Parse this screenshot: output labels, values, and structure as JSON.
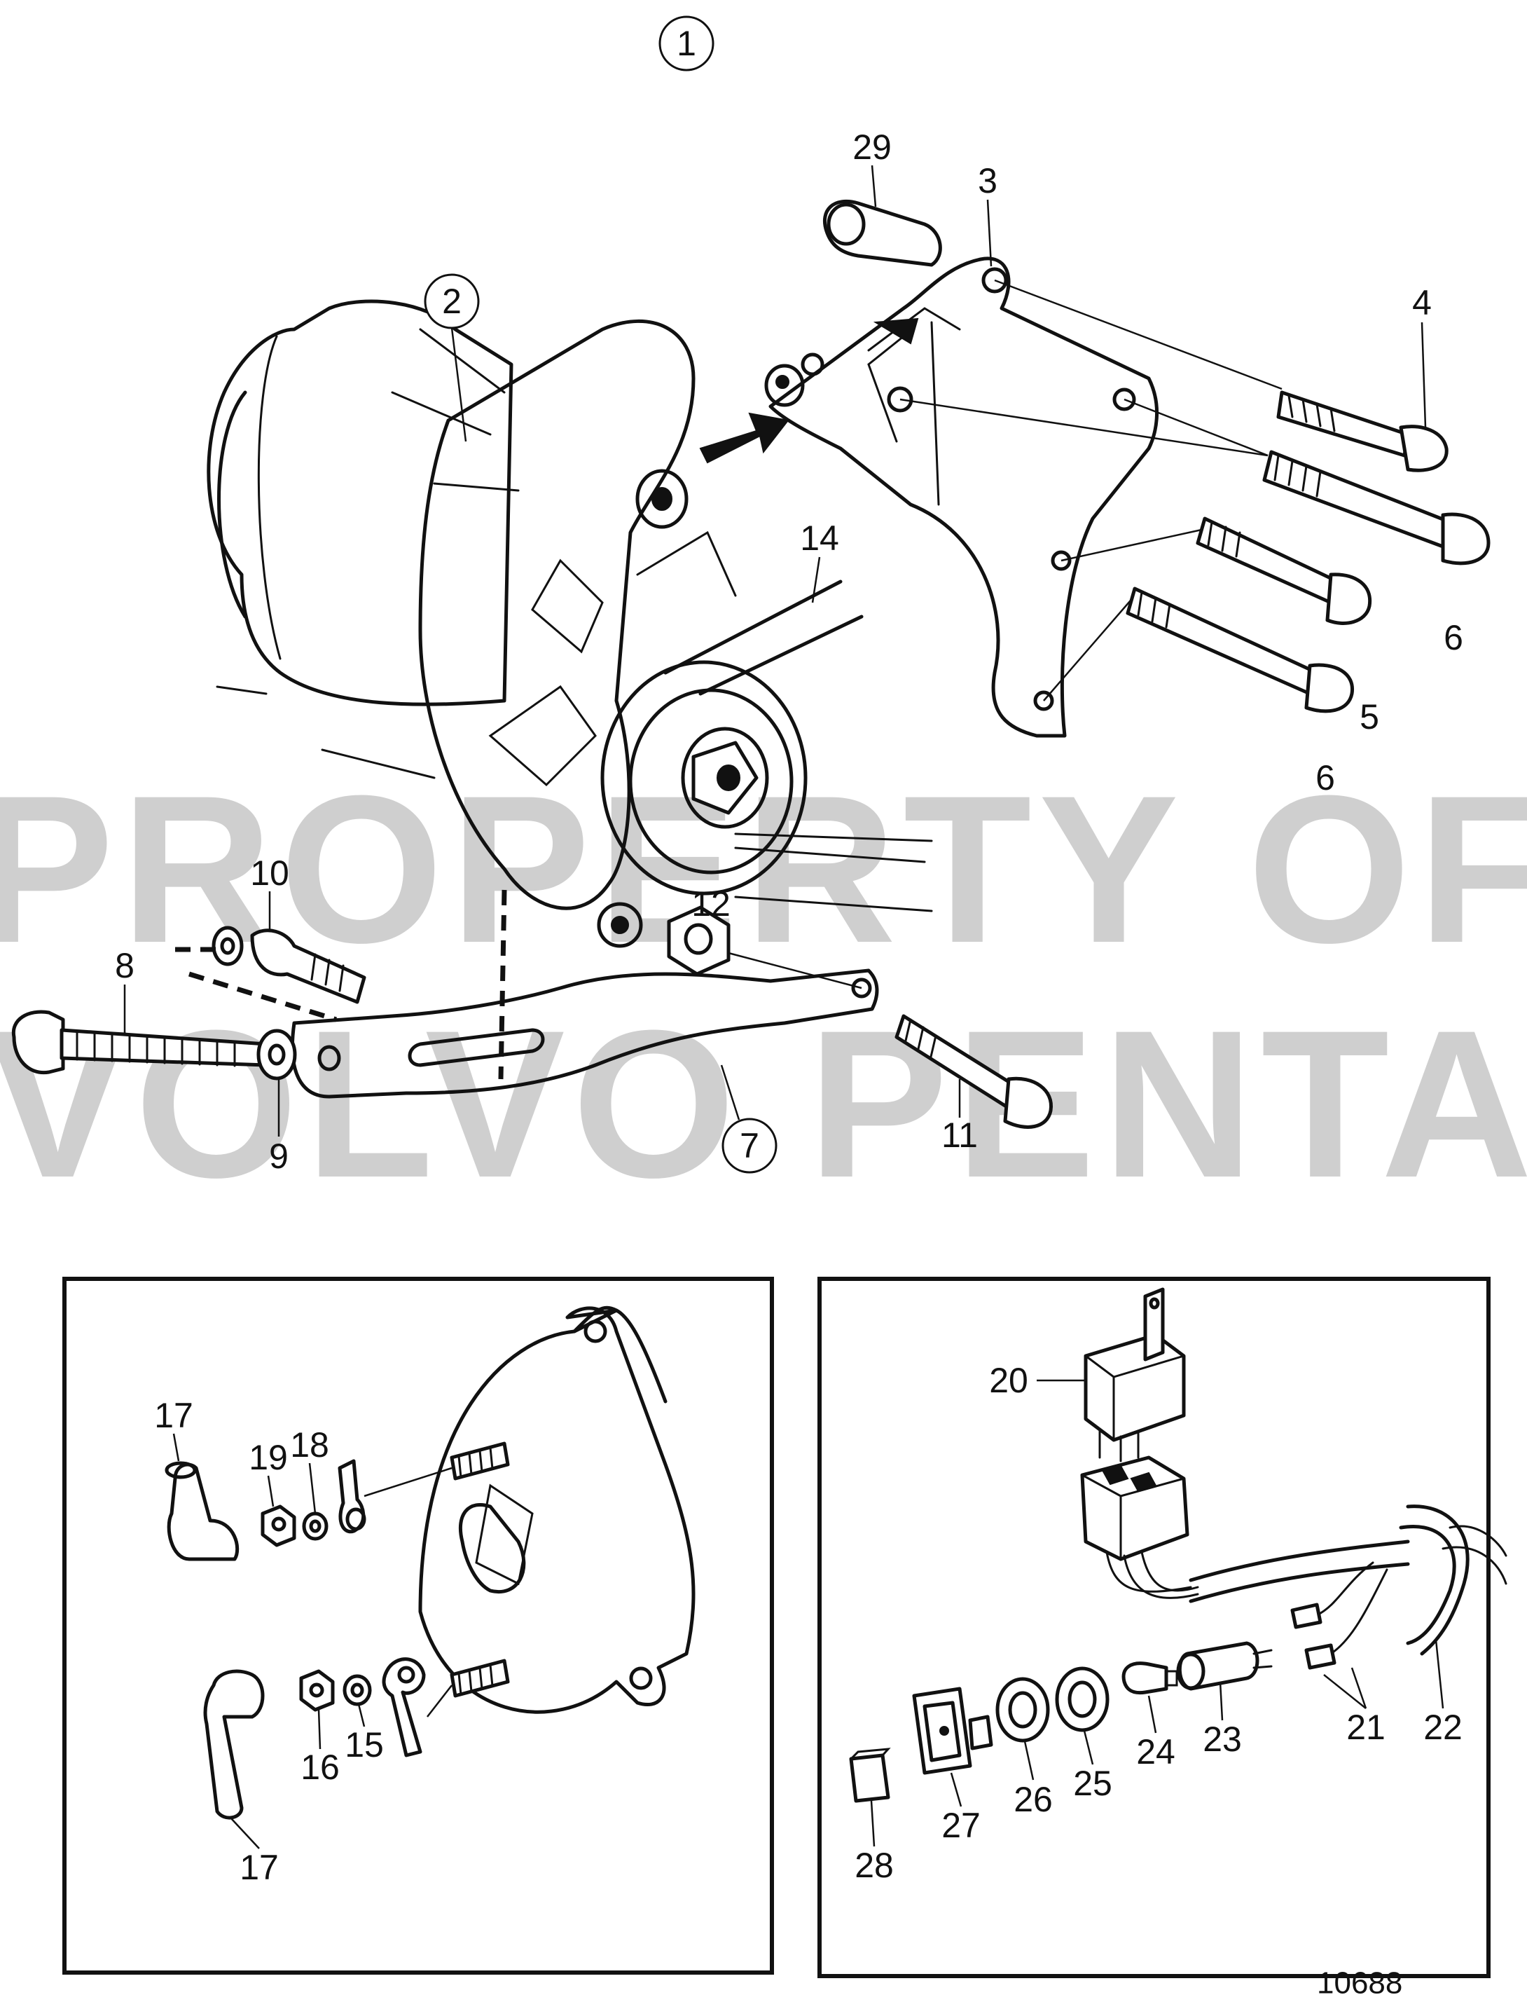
{
  "diagram_number": "10688",
  "watermark": [
    "PROPERTY OF",
    "VOLVO PENTA"
  ],
  "callouts": {
    "c1": "1",
    "c2": "2",
    "c3": "3",
    "c4": "4",
    "c5": "5",
    "c6a": "6",
    "c6b": "6",
    "c7": "7",
    "c8": "8",
    "c9": "9",
    "c10": "10",
    "c11": "11",
    "c12": "12",
    "c14": "14",
    "c15": "15",
    "c16": "16",
    "c17a": "17",
    "c17b": "17",
    "c18": "18",
    "c19": "19",
    "c20": "20",
    "c21": "21",
    "c22": "22",
    "c23": "23",
    "c24": "24",
    "c25": "25",
    "c26": "26",
    "c27": "27",
    "c28": "28",
    "c29": "29"
  }
}
